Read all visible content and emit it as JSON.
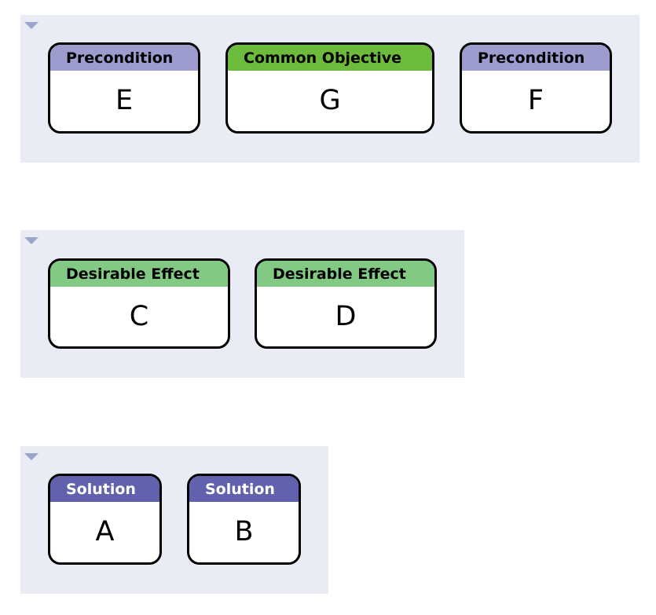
{
  "colors": {
    "precondition": "#9c9ccf",
    "common_objective": "#6cbb3c",
    "desirable_effect": "#82c983",
    "solution": "#6161ad",
    "group_background": "#e9ebf5",
    "toggle": "#9aa6cc"
  },
  "groups": [
    {
      "name": "top",
      "toggle_icon": "triangle-down-icon",
      "nodes": [
        {
          "type": "Precondition",
          "label": "E"
        },
        {
          "type": "Common Objective",
          "label": "G"
        },
        {
          "type": "Precondition",
          "label": "F"
        }
      ]
    },
    {
      "name": "middle",
      "toggle_icon": "triangle-down-icon",
      "nodes": [
        {
          "type": "Desirable Effect",
          "label": "C"
        },
        {
          "type": "Desirable Effect",
          "label": "D"
        }
      ]
    },
    {
      "name": "bottom",
      "toggle_icon": "triangle-down-icon",
      "nodes": [
        {
          "type": "Solution",
          "label": "A"
        },
        {
          "type": "Solution",
          "label": "B"
        }
      ]
    }
  ]
}
